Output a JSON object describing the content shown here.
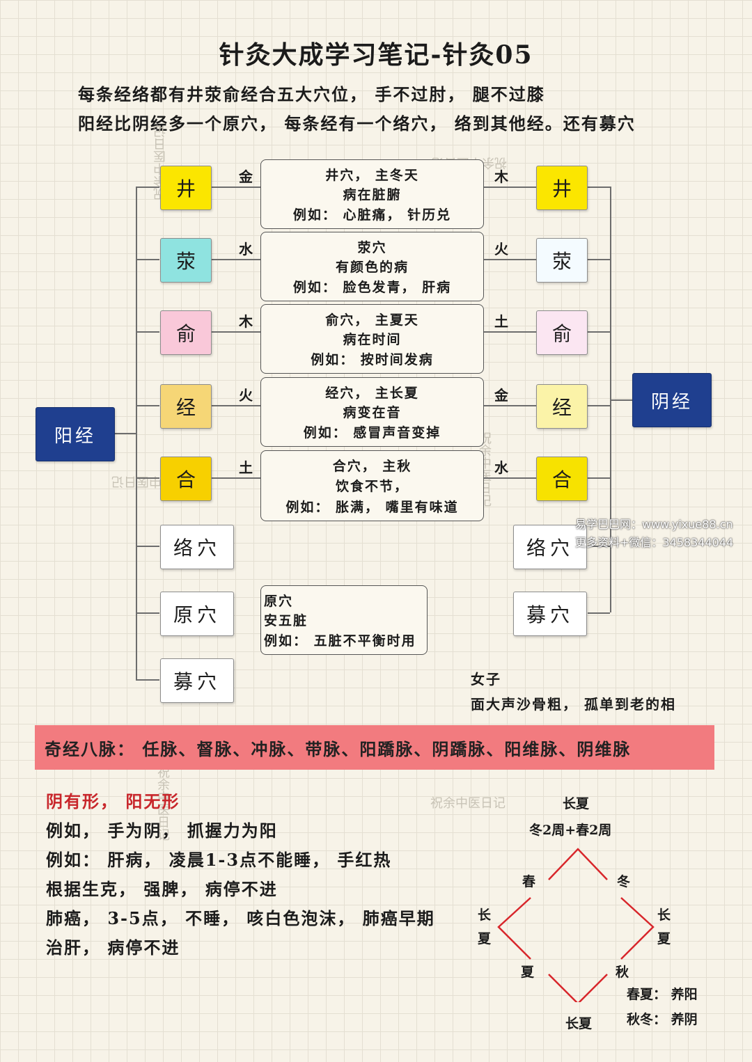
{
  "title": "针灸大成学习笔记-针灸05",
  "intro": [
    "每条经络都有井荥俞经合五大穴位， 手不过肘， 腿不过膝",
    "阳经比阴经多一个原穴， 每条经有一个络穴， 络到其他经。还有募穴"
  ],
  "yang_label": "阳经",
  "yin_label": "阴经",
  "points": [
    {
      "name": "井",
      "yang_element": "金",
      "yin_element": "木",
      "lines": [
        "井穴， 主冬天",
        "病在脏腑",
        "例如： 心脏痛， 针历兑"
      ]
    },
    {
      "name": "荥",
      "yang_element": "水",
      "yin_element": "火",
      "lines": [
        "荥穴",
        "有颜色的病",
        "例如： 脸色发青， 肝病"
      ]
    },
    {
      "name": "俞",
      "yang_element": "木",
      "yin_element": "土",
      "lines": [
        "俞穴， 主夏天",
        "病在时间",
        "例如： 按时间发病"
      ]
    },
    {
      "name": "经",
      "yang_element": "火",
      "yin_element": "金",
      "lines": [
        "经穴， 主长夏",
        "病变在音",
        "例如： 感冒声音变掉"
      ]
    },
    {
      "name": "合",
      "yang_element": "土",
      "yin_element": "水",
      "lines": [
        "合穴， 主秋",
        "饮食不节，",
        "例如： 胀满， 嘴里有味道"
      ]
    }
  ],
  "colors": {
    "jing_well": "#fbe600",
    "ying": "#8fe3e0",
    "shu": "#f9c8d9",
    "jing_river": "#f6d676",
    "he": "#f7d000",
    "yin_ying": "#f4fbff",
    "yin_shu": "#fbe6f2",
    "yin_jing_river": "#fbf3a8",
    "yang_box": "#1f3f8f",
    "banner": "#f27b7f"
  },
  "yang_extra": [
    "络穴",
    "原穴",
    "募穴"
  ],
  "yin_extra": [
    "络穴",
    "募穴"
  ],
  "yuan_desc": [
    "原穴",
    "安五脏",
    "例如： 五脏不平衡时用"
  ],
  "female_note": [
    "女子",
    "面大声沙骨粗， 孤单到老的相"
  ],
  "banner": "奇经八脉： 任脉、督脉、冲脉、带脉、阳蹻脉、阴蹻脉、阳维脉、阴维脉",
  "notes": {
    "heading": "阴有形， 阳无形",
    "lines": [
      "例如， 手为阴， 抓握力为阳",
      "例如： 肝病， 凌晨1-3点不能睡， 手红热",
      "根据生克， 强脾， 病停不进",
      "肺癌， 3-5点， 不睡， 咳白色泡沫， 肺癌早期",
      "治肝， 病停不进"
    ]
  },
  "season_diagram": {
    "top": "长夏",
    "top_sub": "冬2周+春2周",
    "upper_left": "春",
    "upper_right": "冬",
    "left": "长夏",
    "right": "长夏",
    "lower_left": "夏",
    "lower_right": "秋",
    "bottom": "长夏",
    "legend": [
      "春夏： 养阳",
      "秋冬： 养阴"
    ]
  },
  "watermarks": [
    "祝余中医日记",
    "祝余中医日记",
    "祝余中医日记",
    "祝余中医日记",
    "祝余中医日记",
    "祝余中医日记"
  ],
  "site": [
    "易学巴巴网：www.yixue88.cn",
    "更多资料+微信：3458344044"
  ]
}
